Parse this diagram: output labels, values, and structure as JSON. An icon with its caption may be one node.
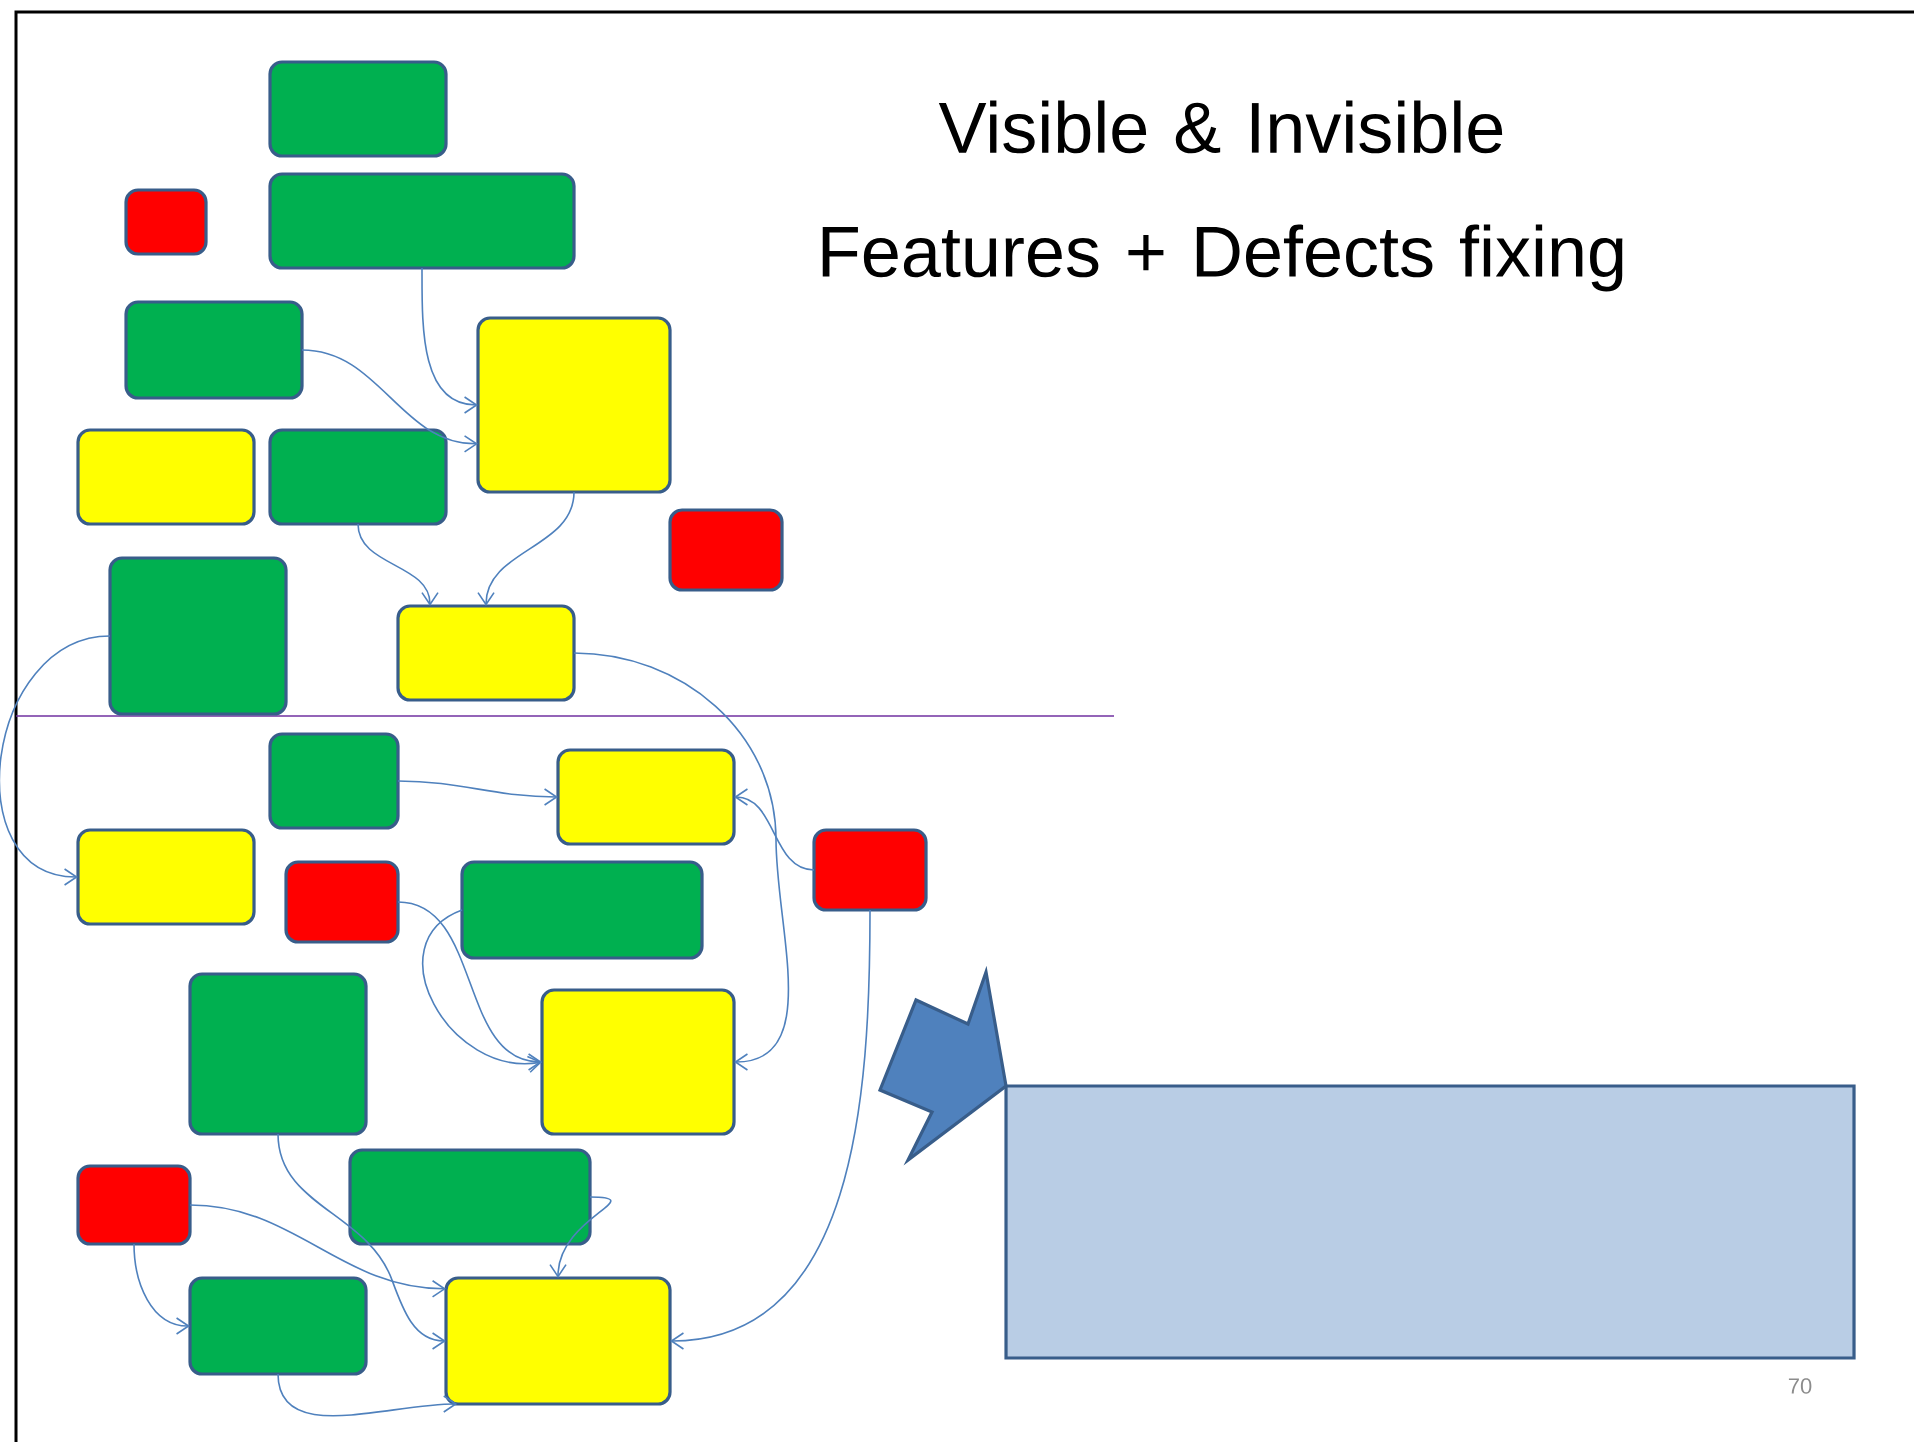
{
  "diagram": {
    "title": "Visible & Invisible Features + Defects fixing",
    "nodes": [
      {
        "text": [],
        "shape": "box"
      },
      {
        "text": [],
        "shape": "box"
      },
      {
        "text": [],
        "shape": "box"
      },
      {
        "text": [],
        "shape": "box"
      },
      {
        "text": [],
        "shape": "box"
      },
      {
        "text": [],
        "shape": "box"
      },
      {
        "text": [],
        "shape": "box"
      },
      {
        "text": [],
        "shape": "box"
      },
      {
        "text": [],
        "shape": "box"
      },
      {
        "text": [],
        "shape": "box"
      },
      {
        "text": [],
        "shape": "box"
      },
      {
        "text": [],
        "shape": "box"
      },
      {
        "text": [],
        "shape": "box"
      },
      {
        "text": [],
        "shape": "box"
      },
      {
        "text": [],
        "shape": "box"
      },
      {
        "text": [],
        "shape": "box"
      },
      {
        "text": [],
        "shape": "box"
      },
      {
        "text": [],
        "shape": "box"
      },
      {
        "text": [],
        "shape": "box"
      },
      {
        "text": [],
        "shape": "box"
      },
      {
        "text": [],
        "shape": "box"
      },
      {
        "text": [],
        "shape": "box"
      },
      {
        "text": [],
        "shape": "box"
      }
    ],
    "edges": [
      {
        "from": 2,
        "to": 4,
        "arrow": "to"
      },
      {
        "from": 3,
        "to": 4,
        "arrow": "to"
      },
      {
        "from": 6,
        "to": 9,
        "arrow": "to"
      },
      {
        "from": 4,
        "to": 9,
        "arrow": "to"
      },
      {
        "from": 8,
        "to": 12,
        "arrow": "to"
      },
      {
        "from": 9,
        "to": 17,
        "arrow": "to"
      },
      {
        "from": 10,
        "to": 11,
        "arrow": "to"
      },
      {
        "from": 13,
        "to": 11,
        "arrow": "to"
      },
      {
        "from": 14,
        "to": 17,
        "arrow": "to"
      },
      {
        "from": 15,
        "to": 17,
        "arrow": "to"
      },
      {
        "from": 13,
        "to": 21,
        "arrow": "to"
      },
      {
        "from": 16,
        "to": 21,
        "arrow": "to"
      },
      {
        "from": 18,
        "to": 21,
        "arrow": "to"
      },
      {
        "from": 18,
        "to": 20,
        "arrow": "to"
      },
      {
        "from": 19,
        "to": 21,
        "arrow": "to"
      },
      {
        "from": 20,
        "to": 21,
        "arrow": "to"
      },
      {
        "from": null,
        "to": 22,
        "arrow": "to",
        "style": "thick"
      }
    ],
    "labels": [
      "70"
    ]
  }
}
